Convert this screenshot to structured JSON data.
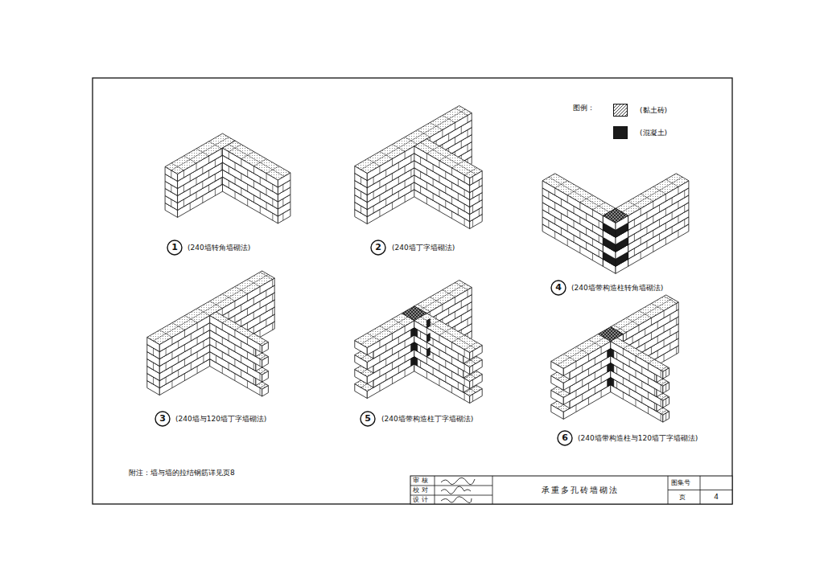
{
  "diagram": {
    "title": "承重多孔砖墙砌法",
    "nodes": [
      {
        "text": [
          "1"
        ]
      },
      {
        "text": [
          "2"
        ]
      },
      {
        "text": [
          "4"
        ]
      },
      {
        "text": [
          "3"
        ]
      },
      {
        "text": [
          "5"
        ]
      },
      {
        "text": [
          "6"
        ]
      }
    ],
    "labels": [
      "(240墙转角墙砌法)",
      "(240墙丁字墙砌法)",
      "(240墙带构造柱转角墙砌法)",
      "(240墙与120墙丁字墙砌法)",
      "(240墙带构造柱丁字墙砌法)",
      "(240墙带构造柱与120墙丁字墙砌法)",
      "图例：",
      "附注：墙与墙的拉结钢筋详见页8",
      "审 核",
      "校 对",
      "设 计",
      "图集号",
      "页",
      "4"
    ],
    "legend": [
      {
        "text": "(黏土砖)"
      },
      {
        "text": "(混凝土)",
        "color": "#1a1a1a"
      }
    ]
  }
}
